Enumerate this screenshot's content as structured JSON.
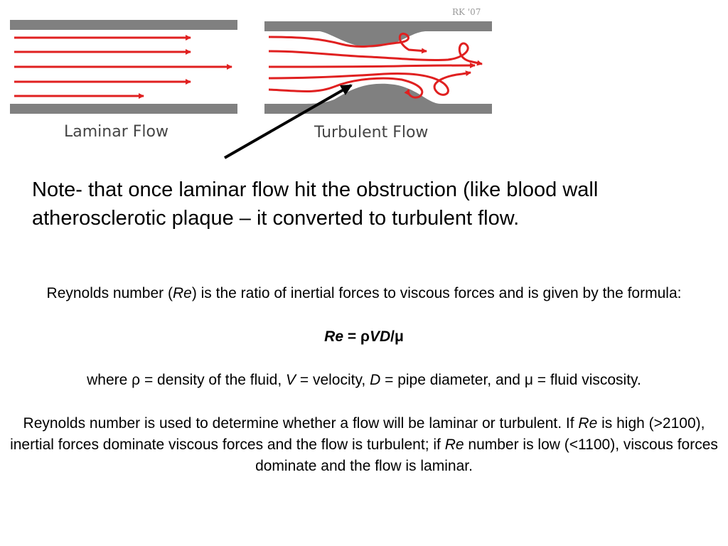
{
  "diagram": {
    "laminar_caption": "Laminar Flow",
    "turbulent_caption": "Turbulent Flow",
    "signature": "RK '07",
    "colors": {
      "wall": "#808080",
      "flow": "#e02020",
      "arrow": "#000000"
    }
  },
  "note": "Note- that once laminar flow hit the obstruction (like blood wall atherosclerotic plaque – it converted to turbulent flow.",
  "reynolds": {
    "intro_a": "Reynolds number (",
    "intro_re": "Re",
    "intro_b": ") is the ratio of inertial forces to viscous forces and is given by the formula:",
    "formula_re": "Re",
    "formula_eq": " = ρ",
    "formula_vd": "VD",
    "formula_mu": "/μ",
    "where_a": "where ρ = density of the fluid, ",
    "where_v": "V",
    "where_b": " = velocity, ",
    "where_d": "D",
    "where_c": " = pipe diameter, and μ = fluid viscosity.",
    "usage_a": "Reynolds number is used to determine whether a flow will be laminar or turbulent. If ",
    "usage_re1": "Re",
    "usage_b": " is high (>2100), inertial forces dominate viscous forces and the flow is turbulent; if ",
    "usage_re2": "Re",
    "usage_c": " number is low (<1100), viscous forces dominate and the flow is laminar."
  }
}
